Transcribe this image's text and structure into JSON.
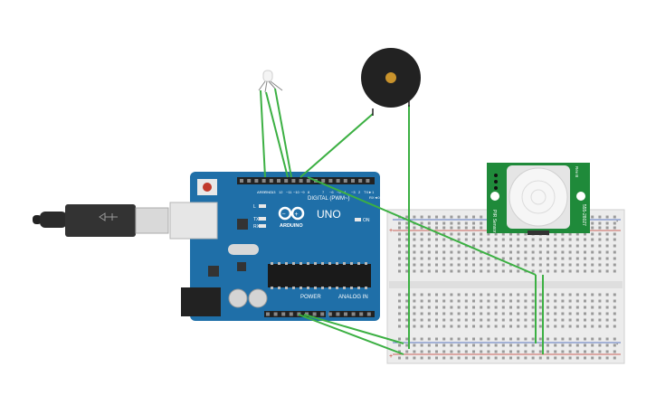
{
  "arduino": {
    "brand": "ARDUINO",
    "model": "UNO",
    "digital_label": "DIGITAL (PWM~)",
    "power_label": "POWER",
    "analog_label": "ANALOG IN",
    "on_label": "ON",
    "led_labels": {
      "l": "L",
      "tx": "TX",
      "rx": "RX"
    },
    "board_color": "#1f6fa8"
  },
  "pir_sensor": {
    "side_left": "PIR Sensor",
    "side_right": "555-28027",
    "side_top": "Rev B",
    "color": "#1f8a3a"
  },
  "breadboard": {
    "rail_plus": "+",
    "rail_minus": "-"
  },
  "wires": {
    "color": "#3cb043"
  }
}
